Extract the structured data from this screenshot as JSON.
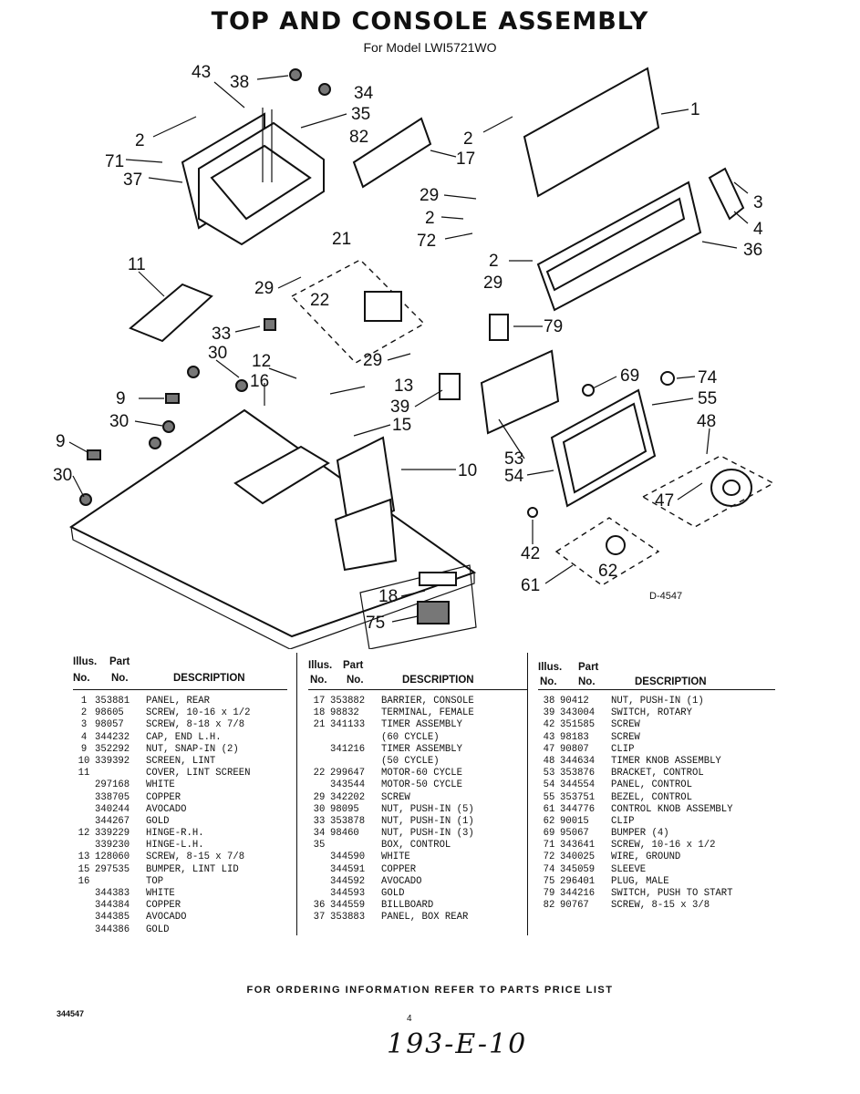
{
  "header": {
    "title": "TOP AND CONSOLE ASSEMBLY",
    "subtitle": "For Model LWI5721WO"
  },
  "diagram": {
    "code": "D-4547",
    "labels": {
      "l43": "43",
      "l38": "38",
      "l34": "34",
      "l35": "35",
      "l2a": "2",
      "l82": "82",
      "l71": "71",
      "l37": "37",
      "l17": "17",
      "l2b": "2",
      "l1": "1",
      "l3": "3",
      "l4": "4",
      "l36": "36",
      "l29a": "29",
      "l2c": "2",
      "l72": "72",
      "l21": "21",
      "l11": "11",
      "l29b": "29",
      "l22": "22",
      "l2d": "2",
      "l29c": "29",
      "l79": "79",
      "l33": "33",
      "l30a": "30",
      "l12": "12",
      "l16": "16",
      "l29d": "29",
      "l13": "13",
      "l39": "39",
      "l69": "69",
      "l74": "74",
      "l55": "55",
      "l9a": "9",
      "l30b": "30",
      "l15": "15",
      "l48": "48",
      "l9b": "9",
      "l30c": "30",
      "l10": "10",
      "l53": "53",
      "l54": "54",
      "l47": "47",
      "l42": "42",
      "l62": "62",
      "l61": "61",
      "l18": "18",
      "l75": "75"
    }
  },
  "table": {
    "headers": {
      "illus": "Illus.",
      "part": "Part",
      "no1": "No.",
      "no2": "No.",
      "description": "DESCRIPTION"
    },
    "columns": [
      [
        {
          "no": "1",
          "part": "353881",
          "desc": "PANEL, REAR"
        },
        {
          "no": "2",
          "part": "98605",
          "desc": "SCREW, 10-16 x 1/2"
        },
        {
          "no": "3",
          "part": "98057",
          "desc": "SCREW, 8-18 x 7/8"
        },
        {
          "no": "4",
          "part": "344232",
          "desc": "CAP, END L.H."
        },
        {
          "no": "9",
          "part": "352292",
          "desc": "NUT, SNAP-IN (2)"
        },
        {
          "no": "10",
          "part": "339392",
          "desc": "SCREEN, LINT"
        },
        {
          "no": "11",
          "part": "",
          "desc": "COVER, LINT SCREEN"
        },
        {
          "no": "",
          "part": "297168",
          "desc": "WHITE"
        },
        {
          "no": "",
          "part": "338705",
          "desc": "COPPER"
        },
        {
          "no": "",
          "part": "340244",
          "desc": "AVOCADO"
        },
        {
          "no": "",
          "part": "344267",
          "desc": "GOLD"
        },
        {
          "no": "12",
          "part": "339229",
          "desc": "HINGE-R.H."
        },
        {
          "no": "",
          "part": "339230",
          "desc": "HINGE-L.H."
        },
        {
          "no": "13",
          "part": "128060",
          "desc": "SCREW, 8-15 x 7/8"
        },
        {
          "no": "15",
          "part": "297535",
          "desc": "BUMPER, LINT LID"
        },
        {
          "no": "16",
          "part": "",
          "desc": "TOP"
        },
        {
          "no": "",
          "part": "344383",
          "desc": "WHITE"
        },
        {
          "no": "",
          "part": "344384",
          "desc": "COPPER"
        },
        {
          "no": "",
          "part": "344385",
          "desc": "AVOCADO"
        },
        {
          "no": "",
          "part": "344386",
          "desc": "GOLD"
        }
      ],
      [
        {
          "no": "17",
          "part": "353882",
          "desc": "BARRIER, CONSOLE"
        },
        {
          "no": "18",
          "part": "98832",
          "desc": "TERMINAL, FEMALE"
        },
        {
          "no": "21",
          "part": "341133",
          "desc": "TIMER ASSEMBLY"
        },
        {
          "no": "",
          "part": "",
          "desc": "(60 CYCLE)"
        },
        {
          "no": "",
          "part": "341216",
          "desc": "TIMER ASSEMBLY"
        },
        {
          "no": "",
          "part": "",
          "desc": "(50 CYCLE)"
        },
        {
          "no": "22",
          "part": "299647",
          "desc": "MOTOR-60 CYCLE"
        },
        {
          "no": "",
          "part": "343544",
          "desc": "MOTOR-50 CYCLE"
        },
        {
          "no": "29",
          "part": "342202",
          "desc": "SCREW"
        },
        {
          "no": "30",
          "part": "98095",
          "desc": "NUT, PUSH-IN (5)"
        },
        {
          "no": "33",
          "part": "353878",
          "desc": "NUT, PUSH-IN (1)"
        },
        {
          "no": "34",
          "part": "98460",
          "desc": "NUT, PUSH-IN (3)"
        },
        {
          "no": "35",
          "part": "",
          "desc": "BOX, CONTROL"
        },
        {
          "no": "",
          "part": "344590",
          "desc": "WHITE"
        },
        {
          "no": "",
          "part": "344591",
          "desc": "COPPER"
        },
        {
          "no": "",
          "part": "344592",
          "desc": "AVOCADO"
        },
        {
          "no": "",
          "part": "344593",
          "desc": "GOLD"
        },
        {
          "no": "36",
          "part": "344559",
          "desc": "BILLBOARD"
        },
        {
          "no": "37",
          "part": "353883",
          "desc": "PANEL, BOX REAR"
        }
      ],
      [
        {
          "no": "38",
          "part": "90412",
          "desc": "NUT, PUSH-IN (1)"
        },
        {
          "no": "39",
          "part": "343004",
          "desc": "SWITCH, ROTARY"
        },
        {
          "no": "42",
          "part": "351585",
          "desc": "SCREW"
        },
        {
          "no": "43",
          "part": "98183",
          "desc": "SCREW"
        },
        {
          "no": "47",
          "part": "90807",
          "desc": "CLIP"
        },
        {
          "no": "48",
          "part": "344634",
          "desc": "TIMER KNOB ASSEMBLY"
        },
        {
          "no": "53",
          "part": "353876",
          "desc": "BRACKET, CONTROL"
        },
        {
          "no": "54",
          "part": "344554",
          "desc": "PANEL, CONTROL"
        },
        {
          "no": "55",
          "part": "353751",
          "desc": "BEZEL, CONTROL"
        },
        {
          "no": "61",
          "part": "344776",
          "desc": "CONTROL KNOB ASSEMBLY"
        },
        {
          "no": "62",
          "part": "90015",
          "desc": "CLIP"
        },
        {
          "no": "69",
          "part": "95067",
          "desc": "BUMPER (4)"
        },
        {
          "no": "71",
          "part": "343641",
          "desc": "SCREW, 10-16 x 1/2"
        },
        {
          "no": "72",
          "part": "340025",
          "desc": "WIRE, GROUND"
        },
        {
          "no": "74",
          "part": "345059",
          "desc": "SLEEVE"
        },
        {
          "no": "75",
          "part": "296401",
          "desc": "PLUG, MALE"
        },
        {
          "no": "79",
          "part": "344216",
          "desc": "SWITCH, PUSH TO START"
        },
        {
          "no": "82",
          "part": "90767",
          "desc": "SCREW, 8-15 x 3/8"
        }
      ]
    ]
  },
  "footer": {
    "note": "FOR ORDERING INFORMATION REFER TO PARTS PRICE LIST",
    "doc_number": "344547",
    "page_number": "4",
    "handwritten": "193-E-10"
  }
}
